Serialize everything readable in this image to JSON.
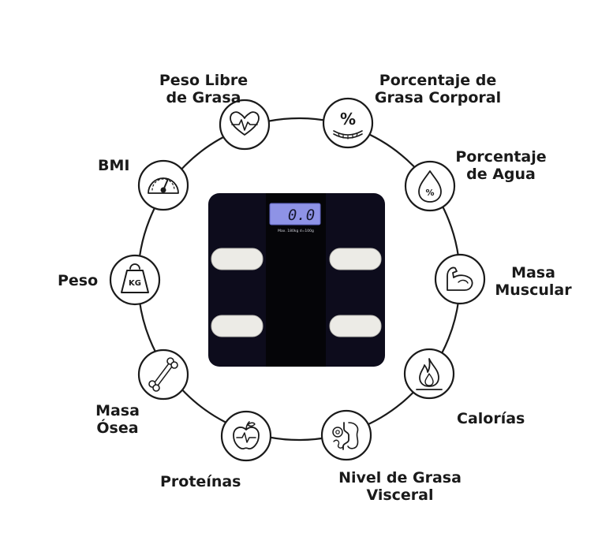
{
  "scale": {
    "display_reading": "0.0",
    "capacity_text": "Max. 180kg  d=100g"
  },
  "features": [
    {
      "id": "lean-mass",
      "icon": "heart-pulse-icon",
      "lines": [
        "Peso Libre",
        "de Grasa"
      ]
    },
    {
      "id": "body-fat",
      "icon": "percent-caliper-icon",
      "lines": [
        "Porcentaje de",
        "Grasa Corporal"
      ]
    },
    {
      "id": "body-water",
      "icon": "water-drop-percent-icon",
      "lines": [
        "Porcentaje",
        "de Agua"
      ]
    },
    {
      "id": "muscle-mass",
      "icon": "flexed-arm-icon",
      "lines": [
        "Masa",
        "Muscular"
      ]
    },
    {
      "id": "calories",
      "icon": "flame-icon",
      "lines": [
        "Calorías"
      ]
    },
    {
      "id": "visceral-fat",
      "icon": "intestine-icon",
      "lines": [
        "Nivel de Grasa",
        "Visceral"
      ]
    },
    {
      "id": "protein",
      "icon": "apple-icon",
      "lines": [
        "Proteínas"
      ]
    },
    {
      "id": "bone-mass",
      "icon": "bone-icon",
      "lines": [
        "Masa",
        "Ósea"
      ]
    },
    {
      "id": "weight",
      "icon": "kg-weight-icon",
      "lines": [
        "Peso"
      ]
    },
    {
      "id": "bmi",
      "icon": "gauge-icon",
      "lines": [
        "BMI"
      ]
    }
  ]
}
